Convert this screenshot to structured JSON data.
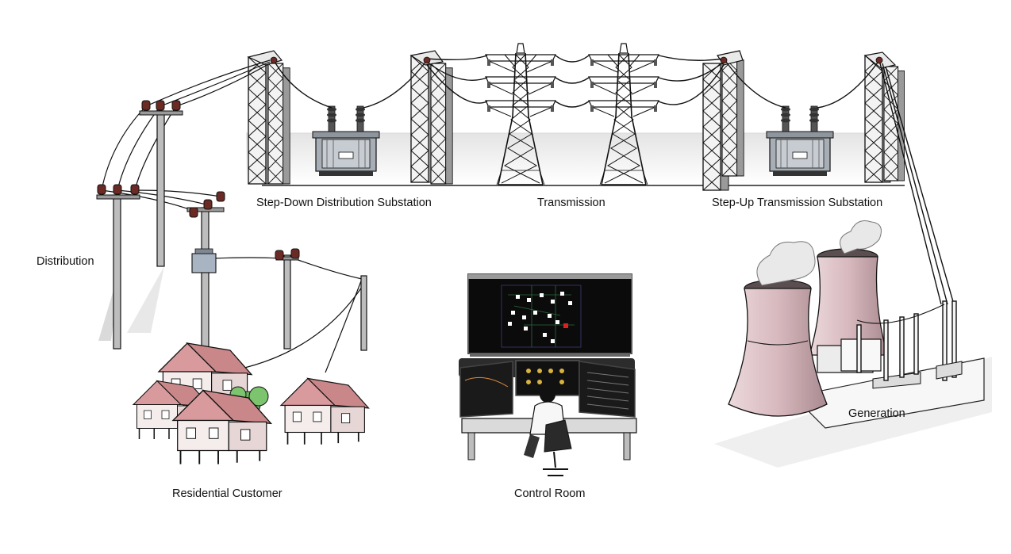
{
  "labels": {
    "step_down": "Step-Down Distribution Substation",
    "transmission": "Transmission",
    "step_up": "Step-Up Transmission Substation",
    "distribution": "Distribution",
    "residential": "Residential Customer",
    "control_room": "Control Room",
    "generation": "Generation"
  },
  "colors": {
    "line": "#111111",
    "steel_light": "#f2f2f2",
    "steel_mid": "#c9c9c9",
    "steel_dark": "#8a8a8a",
    "insulator": "#6b2a24",
    "roof": "#d89a9c",
    "roof_dark": "#b97274",
    "wall": "#f5ecec",
    "tree": "#6fb563",
    "tower_pink": "#dcc0c4",
    "tower_pink_dark": "#9e7f85",
    "transformer": "#9fa6ad",
    "screen": "#0b0b0b"
  }
}
